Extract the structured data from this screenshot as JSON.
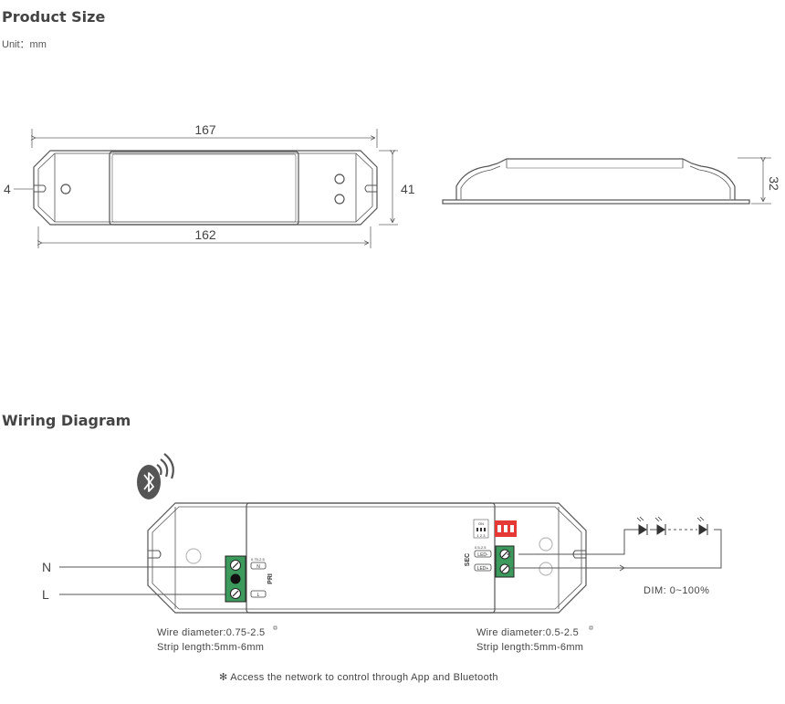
{
  "product_size": {
    "title": "Product Size",
    "unit": "Unit：mm",
    "dim_length_outer": "167",
    "dim_length_inner": "162",
    "dim_hole": "4",
    "dim_width": "41",
    "dim_height": "32"
  },
  "wiring": {
    "title": "Wiring Diagram",
    "input_n": "N",
    "input_l": "L",
    "term_n": "N",
    "term_l": "L",
    "pri_label": "PRI",
    "pri_spec": "0.75-2.5",
    "sec_label": "SEC",
    "sec_spec": "0.5-2.5",
    "led_plus": "LED+",
    "led_minus": "LED-",
    "dip_label": "ON",
    "dip_nums": "1 2 3",
    "dim_range": "DIM: 0~100%",
    "wire_left_1": "Wire diameter:0.75-2.5",
    "wire_left_2": "Strip length:5mm-6mm",
    "wire_right_1": "Wire diameter:0.5-2.5",
    "wire_right_2": "Strip length:5mm-6mm",
    "note": "✻ Access the network to control through  App and Bluetooth"
  },
  "icons": [
    "bluetooth-icon",
    "signal-waves-icon",
    "led-diode-icon"
  ],
  "colors": {
    "terminal_green": "#3b9a5c",
    "dip_red": "#e53935",
    "line": "#555555"
  }
}
